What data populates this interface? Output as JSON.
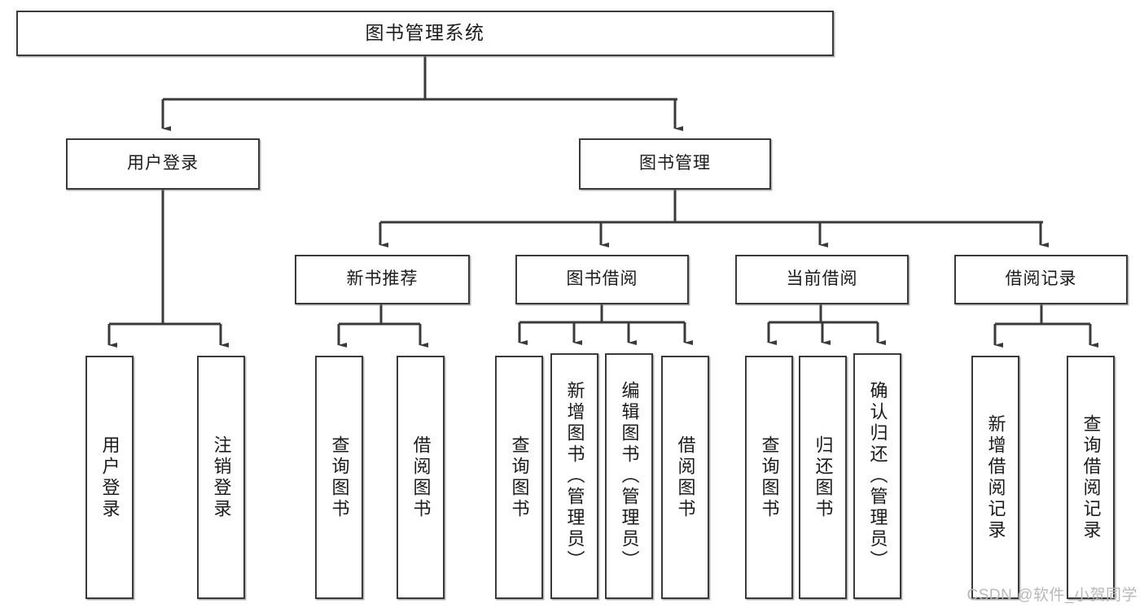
{
  "diagram": {
    "type": "tree",
    "title": "图书管理系统",
    "watermark": "CSDN @软件_小贺同学",
    "root": {
      "label": "图书管理系统",
      "children": [
        {
          "label": "用户登录",
          "children": [
            {
              "label": "用户登录"
            },
            {
              "label": "注销登录"
            }
          ]
        },
        {
          "label": "图书管理",
          "children": [
            {
              "label": "新书推荐",
              "children": [
                {
                  "label": "查询图书"
                },
                {
                  "label": "借阅图书"
                }
              ]
            },
            {
              "label": "图书借阅",
              "children": [
                {
                  "label": "查询图书"
                },
                {
                  "label": "新增图书（管理员）"
                },
                {
                  "label": "编辑图书（管理员）"
                },
                {
                  "label": "借阅图书"
                }
              ]
            },
            {
              "label": "当前借阅",
              "children": [
                {
                  "label": "查询图书"
                },
                {
                  "label": "归还图书"
                },
                {
                  "label": "确认归还（管理员）"
                }
              ]
            },
            {
              "label": "借阅记录",
              "children": [
                {
                  "label": "新增借阅记录"
                },
                {
                  "label": "查询借阅记录"
                }
              ]
            }
          ]
        }
      ]
    },
    "nodes": {
      "root": "图书管理系统",
      "user_login": "用户登录",
      "book_mgmt": "图书管理",
      "leaf_user_login": "用户登录",
      "leaf_logout": "注销登录",
      "new_book_rec": "新书推荐",
      "nbr_query": "查询图书",
      "nbr_borrow": "借阅图书",
      "book_borrow": "图书借阅",
      "bb_query": "查询图书",
      "bb_add": "新增图书（管理员）",
      "bb_edit": "编辑图书（管理员）",
      "bb_borrow": "借阅图书",
      "current_borrow": "当前借阅",
      "cb_query": "查询图书",
      "cb_return": "归还图书",
      "cb_confirm": "确认归还（管理员）",
      "borrow_record": "借阅记录",
      "br_add": "新增借阅记录",
      "br_query": "查询借阅记录"
    },
    "colors": {
      "stroke": "#3a3a3a",
      "fill": "#ffffff",
      "text": "#1b1b1b",
      "watermark": "#b8b8b8"
    }
  }
}
